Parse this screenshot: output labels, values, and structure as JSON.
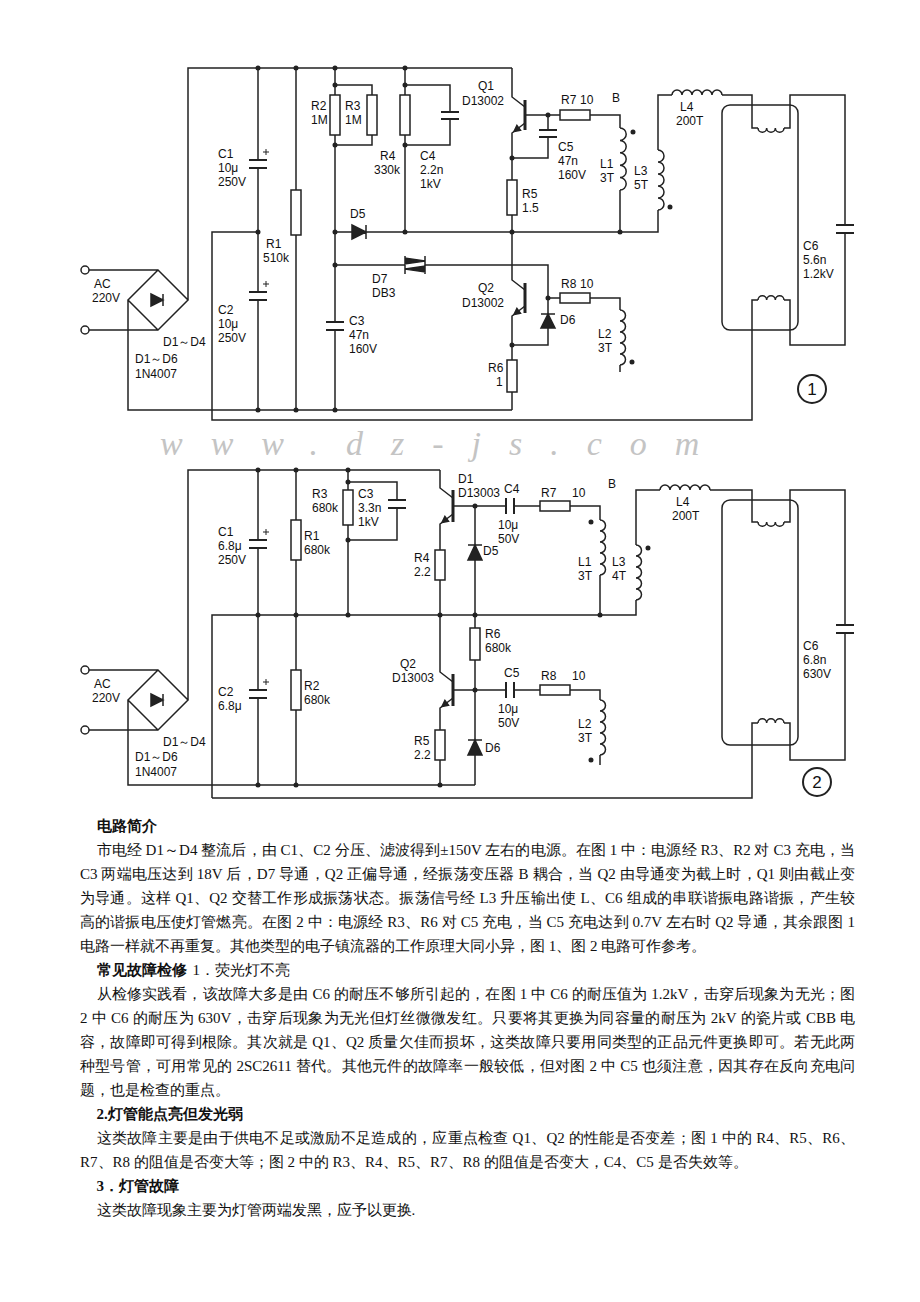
{
  "diagram": {
    "nodes": [
      {
        "text": [
          "1"
        ]
      },
      {
        "text": [
          "2"
        ]
      }
    ],
    "labels": [
      "R2",
      "1M",
      "R3",
      "1M",
      "R4",
      "330k",
      "C4",
      "2.2n",
      "1kV",
      "Q1",
      "D13002",
      "R7",
      "10",
      "B",
      "L4",
      "200T",
      "C5",
      "47n",
      "160V",
      "L1",
      "3T",
      "L3",
      "5T",
      "C1",
      "10μ",
      "250V",
      "R5",
      "1.5",
      "D5",
      "C6",
      "5.6n",
      "1.2kV",
      "R1",
      "510k",
      "D7",
      "DB3",
      "Q2",
      "D13002",
      "R8",
      "10",
      "AC",
      "220V",
      "C2",
      "10μ",
      "250V",
      "D1～D4",
      "C3",
      "47n",
      "160V",
      "D6",
      "L2",
      "3T",
      "D1～D6",
      "1N4007",
      "R6",
      "1",
      "www.dz-js.com",
      "R3",
      "680k",
      "C3",
      "3.3n",
      "1kV",
      "D1",
      "D13003",
      "C4",
      "10μ",
      "50V",
      "R7",
      "10",
      "B",
      "L4",
      "200T",
      "R4",
      "2.2",
      "D5",
      "L1",
      "3T",
      "L3",
      "4T",
      "C1",
      "6.8μ",
      "250V",
      "R1",
      "680k",
      "R6",
      "680k",
      "C6",
      "6.8n",
      "630V",
      "Q2",
      "D13003",
      "C5",
      "10μ",
      "50V",
      "R8",
      "10",
      "R2",
      "680k",
      "AC",
      "220V",
      "C2",
      "6.8μ",
      "D1～D4",
      "D1～D6",
      "1N4007",
      "L2",
      "3T",
      "D6",
      "R5",
      "2.2",
      "电路简介",
      "市电经 D1～D4 整流后，由 C1、C2 分压、滤波得到±150V 左右的电源。在图 1 中：电源经 R3、R2 对 C3 充电，当 C3 两端电压达到 18V 后，D7 导通，Q2 正偏导通，经振荡变压器 B 耦合，当 Q2 由导通变为截上时，Q1 则由截止变为导通。这样 Q1、Q2 交替工作形成振荡状态。振荡信号经 L3 升压输出使 L、C6 组成的串联谐振电路谐振，产生较高的谐振电压使灯管燃亮。在图 2 中：电源经 R3、R6 对 C5 充电，当 C5 充电达到 0.7V 左右时 Q2 导通，其余跟图 1 电路一样就不再重复。其他类型的电子镇流器的工作原理大同小异，图 1、图 2 电路可作参考。",
      "常见故障检修",
      "1．荧光灯不亮",
      "从检修实践看，该故障大多是由 C6 的耐压不够所引起的，在图 1 中 C6 的耐压值为 1.2kV，击穿后现象为无光；图 2 中 C6 的耐压为 630V，击穿后现象为无光但灯丝微微发红。只要将其更换为同容量的耐压为 2kV 的瓷片或 CBB 电容，故障即可得到根除。其次就是 Q1、Q2 质量欠佳而损坏，这类故障只要用同类型的正品元件更换即可。若无此两种型号管，可用常见的 2SC2611 替代。其他元件的故障率一般较低，但对图 2 中 C5 也须注意，因其存在反向充电问题，也是检查的重点。",
      "2.灯管能点亮但发光弱",
      "这类故障主要是由于供电不足或激励不足造成的，应重点检查 Q1、Q2 的性能是否变差；图 1 中的 R4、R5、R6、R7、R8 的阻值是否变大等；图 2 中的 R3、R4、R5、R7、R8 的阻值是否变大，C4、C5 是否失效等。",
      "3．灯管故障",
      "这类故障现象主要为灯管两端发黑，应予以更换."
    ]
  }
}
